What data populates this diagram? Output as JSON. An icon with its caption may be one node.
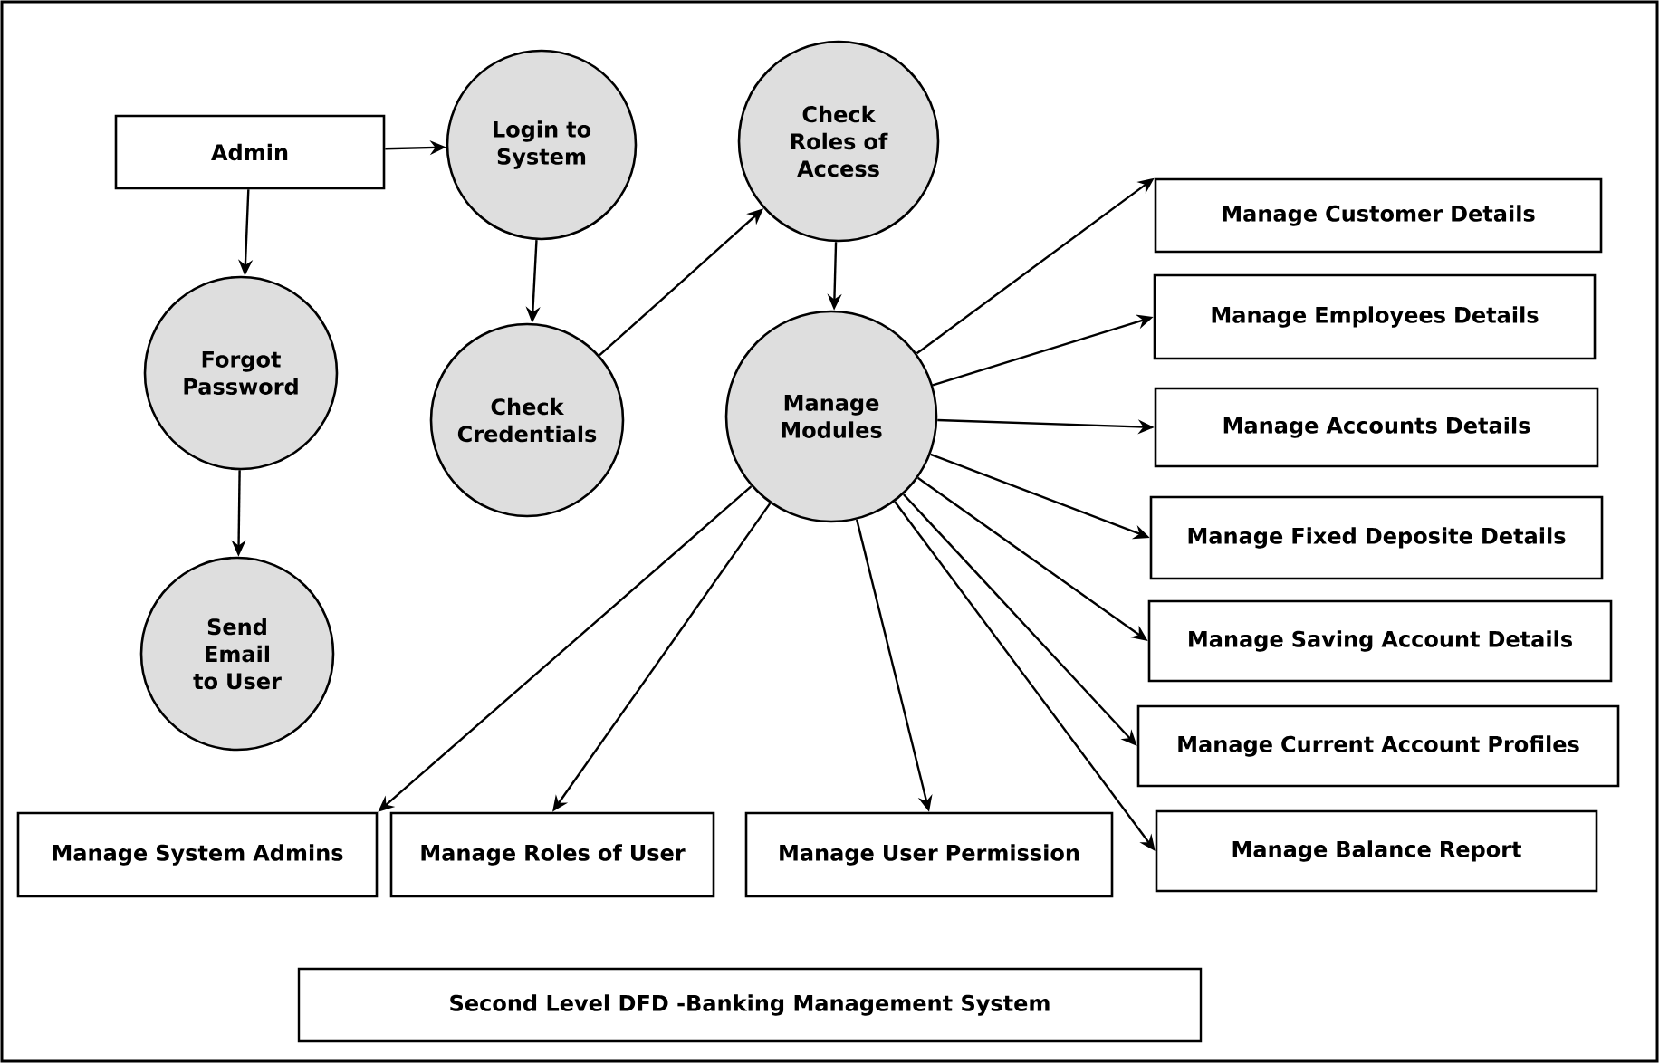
{
  "diagram": {
    "title": "Second Level DFD -Banking Management System",
    "nodes": [
      {
        "text": [
          "Admin"
        ]
      },
      {
        "text": [
          "Login to System"
        ]
      },
      {
        "text": [
          "Check Roles of Access"
        ]
      },
      {
        "text": [
          "Forgot Password"
        ]
      },
      {
        "text": [
          "Check Credentials"
        ]
      },
      {
        "text": [
          "Manage Modules"
        ]
      },
      {
        "text": [
          "Send Email to User"
        ]
      },
      {
        "text": [
          "Manage Customer Details"
        ]
      },
      {
        "text": [
          "Manage Employees Details"
        ]
      },
      {
        "text": [
          "Manage Accounts Details"
        ]
      },
      {
        "text": [
          "Manage Fixed Deposite Details"
        ]
      },
      {
        "text": [
          "Manage Saving Account Details"
        ]
      },
      {
        "text": [
          "Manage Current Account Profiles"
        ]
      },
      {
        "text": [
          "Manage Balance Report"
        ]
      },
      {
        "text": [
          "Manage System Admins"
        ]
      },
      {
        "text": [
          "Manage Roles of User"
        ]
      },
      {
        "text": [
          "Manage User Permission"
        ]
      }
    ],
    "edges": [
      {
        "from": 0,
        "to": 1,
        "arrow": "to"
      },
      {
        "from": 0,
        "to": 3,
        "arrow": "to"
      },
      {
        "from": 1,
        "to": 4,
        "arrow": "to"
      },
      {
        "from": 4,
        "to": 2,
        "arrow": "to"
      },
      {
        "from": 2,
        "to": 5,
        "arrow": "to"
      },
      {
        "from": 3,
        "to": 6,
        "arrow": "to"
      },
      {
        "from": 5,
        "to": 7,
        "arrow": "to"
      },
      {
        "from": 5,
        "to": 8,
        "arrow": "to"
      },
      {
        "from": 5,
        "to": 9,
        "arrow": "to"
      },
      {
        "from": 5,
        "to": 10,
        "arrow": "to"
      },
      {
        "from": 5,
        "to": 11,
        "arrow": "to"
      },
      {
        "from": 5,
        "to": 12,
        "arrow": "to"
      },
      {
        "from": 5,
        "to": 13,
        "arrow": "to"
      },
      {
        "from": 5,
        "to": 14,
        "arrow": "to"
      },
      {
        "from": 5,
        "to": 15,
        "arrow": "to"
      },
      {
        "from": 5,
        "to": 16,
        "arrow": "to"
      }
    ]
  }
}
